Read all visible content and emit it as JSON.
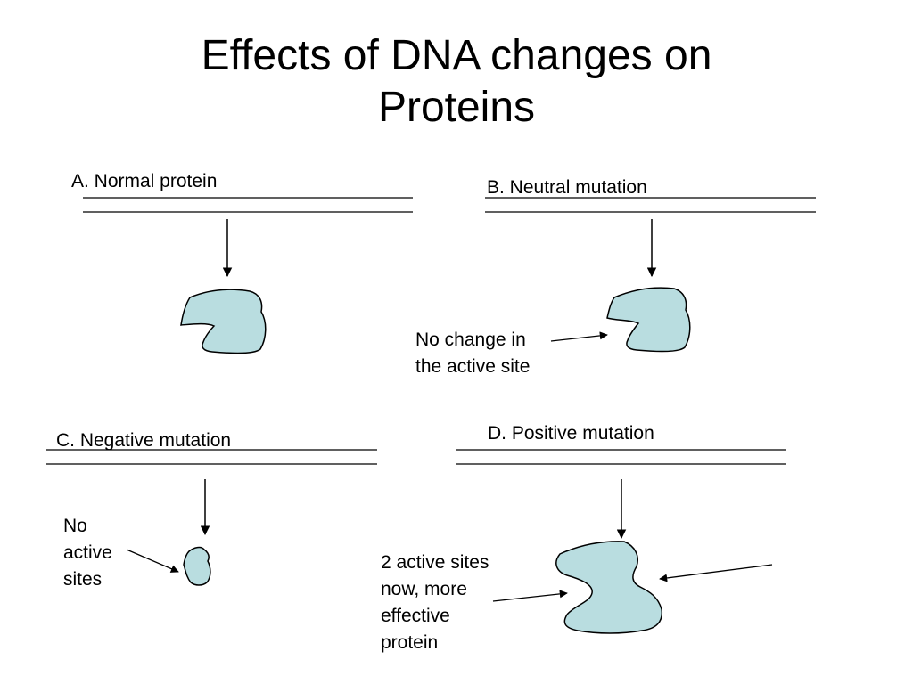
{
  "title": {
    "line1": "Effects of DNA changes on",
    "line2": "Proteins"
  },
  "panels": {
    "a": {
      "label": "A.  Normal protein"
    },
    "b": {
      "label": "B.  Neutral mutation",
      "note": [
        "No change in",
        "the active site"
      ]
    },
    "c": {
      "label": "C.  Negative mutation",
      "note": [
        "No",
        "active",
        "sites"
      ]
    },
    "d": {
      "label": "D.  Positive mutation",
      "note": [
        "2 active sites",
        "now, more",
        "effective",
        "protein"
      ]
    }
  },
  "colors": {
    "protein_fill": "#b9dde0",
    "stroke": "#000000"
  }
}
